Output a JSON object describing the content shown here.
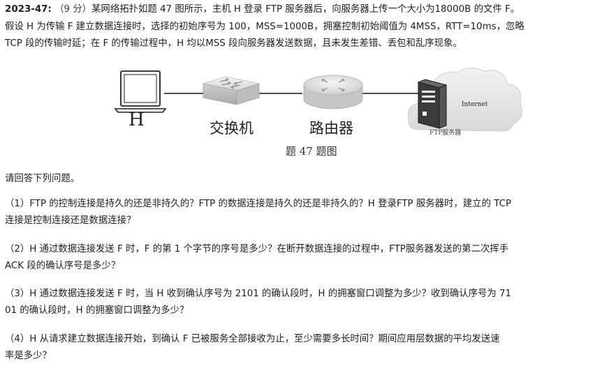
{
  "problem": {
    "number": "2023-47:",
    "points": "（9 分）",
    "stem_line1": "某网络拓扑如题 47 图所示，主机 H 登录 FTP 服务器后，向服务器上传一个大小为18000B 的文件 F。",
    "stem_line2": "假设 H 为传输 F 建立数据连接时，选择的初始序号为 100，MSS=1000B，拥塞控制初始阈值为 4MSS，RTT=10ms，忽略",
    "stem_line3": "TCP 段的传输时延；在 F 的传输过程中，H 均以MSS 段向服务器发送数据，且未发生差错、丢包和乱序现象。"
  },
  "figure": {
    "host_label": "H",
    "switch_label": "交换机",
    "router_label": "路由器",
    "internet_label": "Internet",
    "ftp_label": "FTP服务器",
    "caption": "题 47 题图"
  },
  "prompt": "请回答下列问题。",
  "questions": [
    {
      "line1": "（1）FTP 的控制连接是持久的还是非持久的？FTP 的数据连接是持久的还是非持久的？H 登录FTP 服务器时，建立的 TCP",
      "line2": "连接是控制连接还是数据连接？"
    },
    {
      "line1": "（2）H 通过数据连接发送 F 时，F 的第 1 个字节的序号是多少？在断开数据连接的过程中，FTP服务器发送的第二次挥手",
      "line2": "ACK 段的确认序号是多少？"
    },
    {
      "line1": "（3）H 通过数据连接发送 F 时，当 H 收到确认序号为 2101 的确认段时，H 的拥塞窗口调整为多少？收到确认序号为 71",
      "line2": "01 的确认段时，H 的拥塞窗口调整为多少？"
    },
    {
      "line1": "（4）H 从请求建立数据连接开始，到确认 F 已被服务全部接收为止，至少需要多长时间？期间应用层数据的平均发送速",
      "line2": "率是多少？"
    }
  ]
}
